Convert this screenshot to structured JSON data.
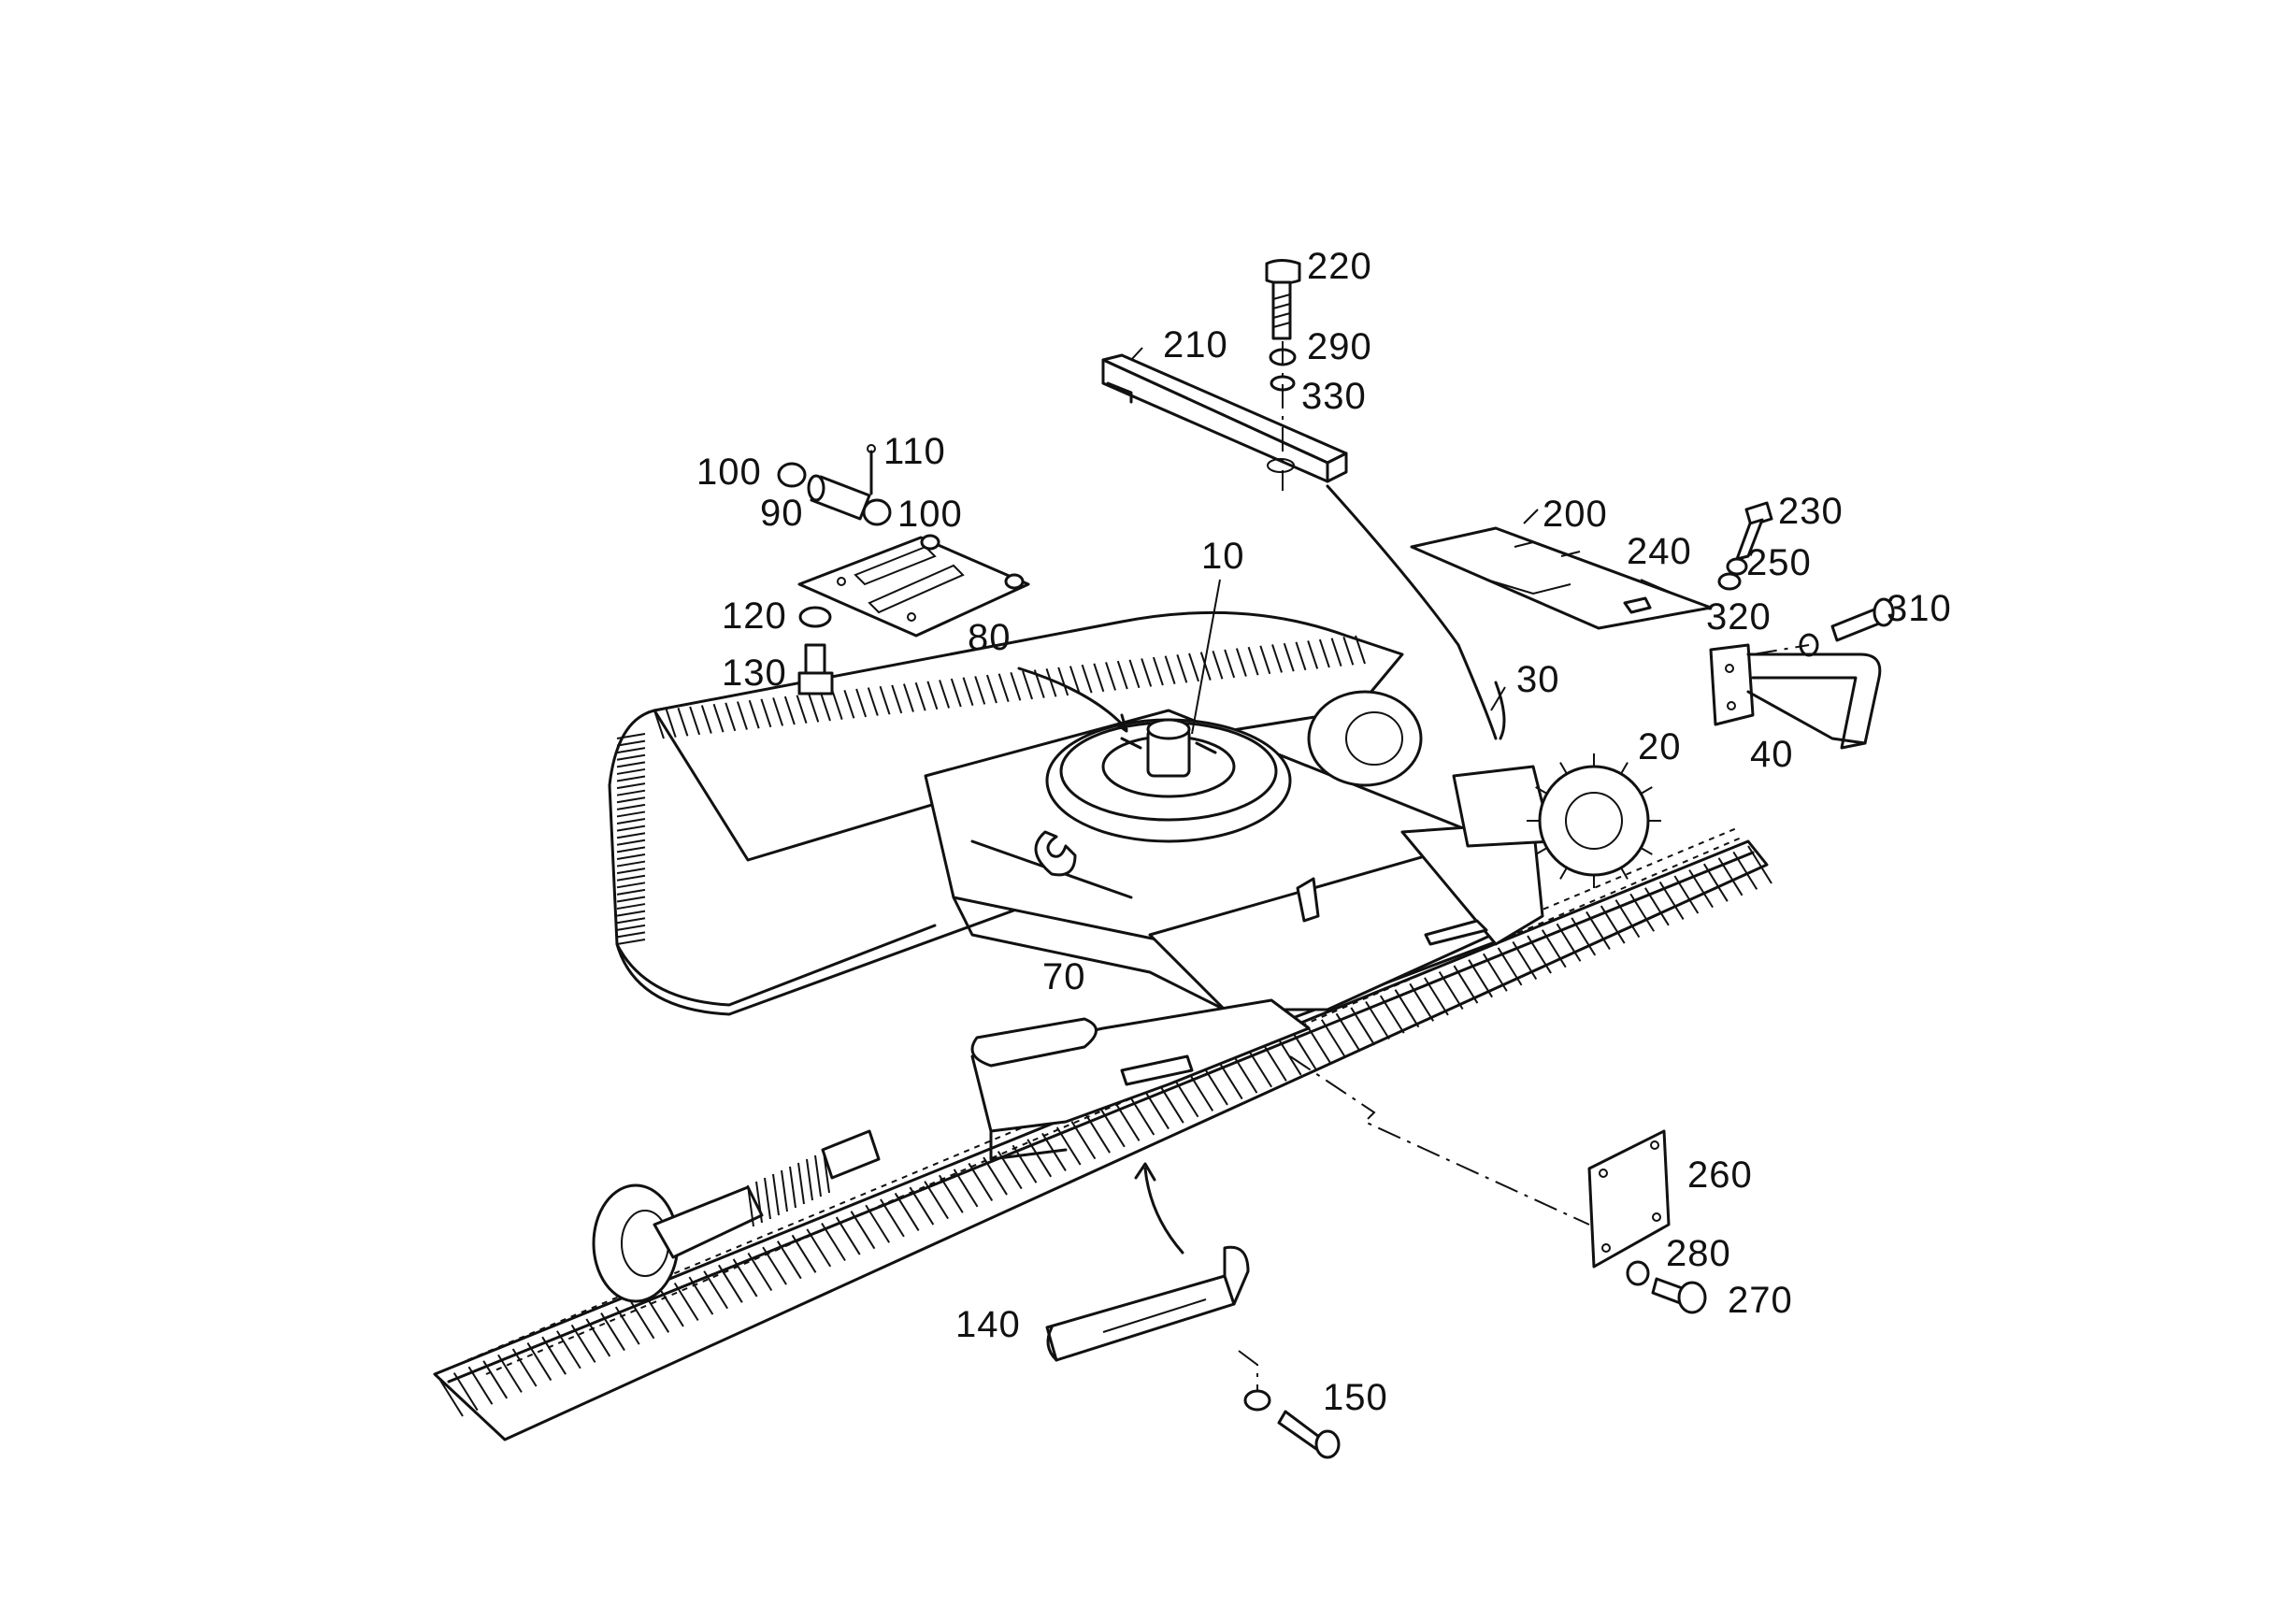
{
  "labels": {
    "l10": "10",
    "l20": "20",
    "l30": "30",
    "l40": "40",
    "l70": "70",
    "l80": "80",
    "l90": "90",
    "l100a": "100",
    "l100b": "100",
    "l110": "110",
    "l120": "120",
    "l130": "130",
    "l140": "140",
    "l150": "150",
    "l200": "200",
    "l210": "210",
    "l220": "220",
    "l230": "230",
    "l240": "240",
    "l250": "250",
    "l260": "260",
    "l270": "270",
    "l280": "280",
    "l290": "290",
    "l310": "310",
    "l320": "320",
    "l330": "330"
  }
}
